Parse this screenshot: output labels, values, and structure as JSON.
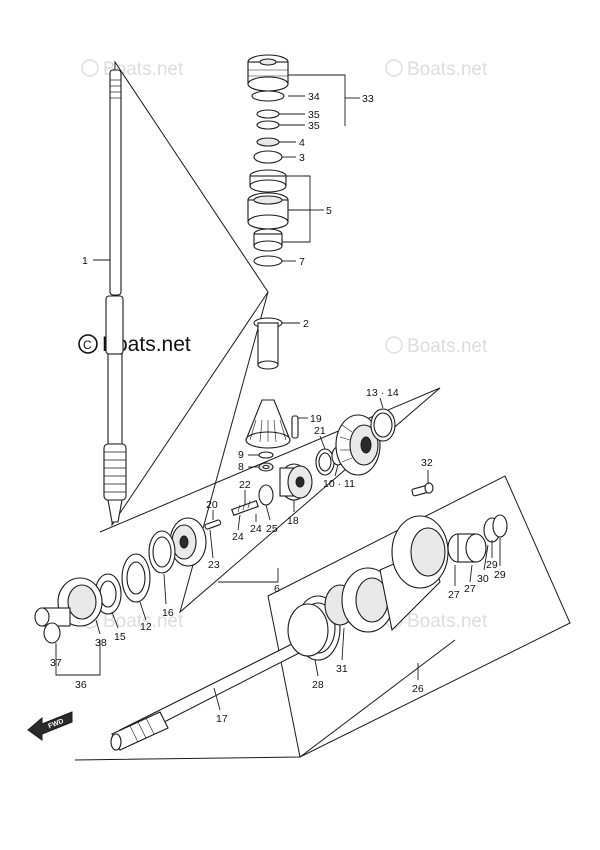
{
  "watermarks": {
    "soft_text": "Boats.net",
    "main_text": "Boats.net",
    "copyright_glyph": "C"
  },
  "fwd_arrow": {
    "label": "FWD",
    "icon": "fwd-arrow-icon"
  },
  "part_numbers": {
    "p1": "1",
    "p2": "2",
    "p3": "3",
    "p4": "4",
    "p5": "5",
    "p6": "6",
    "p7": "7",
    "p8": "8",
    "p9": "9",
    "p10_11": "10 · 11",
    "p12": "12",
    "p13_14": "13 · 14",
    "p15": "15",
    "p16": "16",
    "p17": "17",
    "p18": "18",
    "p19": "19",
    "p20": "20",
    "p21": "21",
    "p22": "22",
    "p23": "23",
    "p24": "24",
    "p25": "25",
    "p26": "26",
    "p27a": "27",
    "p27b": "27",
    "p28": "28",
    "p29a": "29",
    "p29b": "29",
    "p30": "30",
    "p31": "31",
    "p32": "32",
    "p33": "33",
    "p34": "34",
    "p35a": "35",
    "p35b": "35",
    "p36": "36",
    "p37": "37",
    "p38": "38"
  },
  "colors": {
    "ink": "#1a1a1a",
    "watermark": "#dcdcdc",
    "paper": "#ffffff"
  }
}
